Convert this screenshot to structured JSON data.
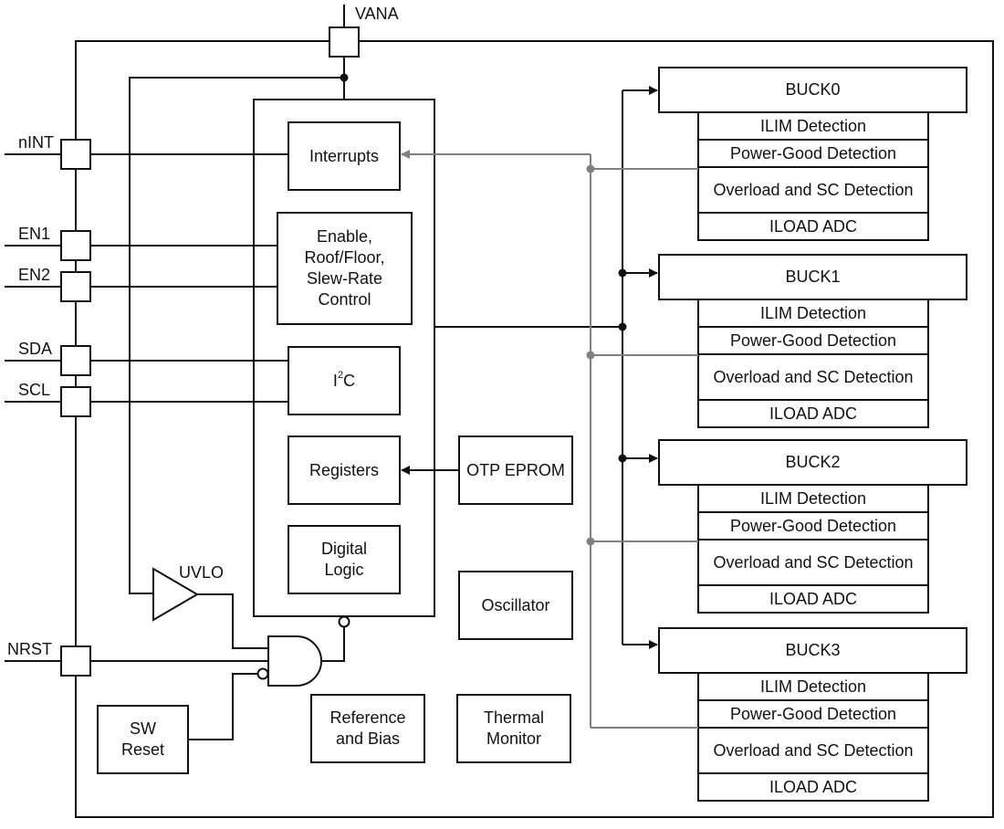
{
  "pins": {
    "vana": "VANA",
    "nint": "nINT",
    "en1": "EN1",
    "en2": "EN2",
    "sda": "SDA",
    "scl": "SCL",
    "nrst": "NRST"
  },
  "blocks": {
    "interrupts": "Interrupts",
    "enable_control": "Enable,\nRoof/Floor,\nSlew-Rate\nControl",
    "i2c_prefix": "I",
    "i2c_sup": "2",
    "i2c_suffix": "C",
    "registers": "Registers",
    "otp_eprom": "OTP EPROM",
    "digital_logic": "Digital\nLogic",
    "oscillator": "Oscillator",
    "uvlo": "UVLO",
    "sw_reset": "SW\nReset",
    "reference_bias": "Reference\nand Bias",
    "thermal_monitor": "Thermal\nMonitor"
  },
  "bucks": [
    {
      "name": "BUCK0",
      "rows": [
        "ILIM Detection",
        "Power-Good Detection",
        "Overload and SC Detection",
        "ILOAD ADC"
      ]
    },
    {
      "name": "BUCK1",
      "rows": [
        "ILIM Detection",
        "Power-Good Detection",
        "Overload and SC Detection",
        "ILOAD ADC"
      ]
    },
    {
      "name": "BUCK2",
      "rows": [
        "ILIM Detection",
        "Power-Good Detection",
        "Overload and SC Detection",
        "ILOAD ADC"
      ]
    },
    {
      "name": "BUCK3",
      "rows": [
        "ILIM Detection",
        "Power-Good Detection",
        "Overload and SC Detection",
        "ILOAD ADC"
      ]
    }
  ],
  "colors": {
    "line": "#111111",
    "feedback": "#808080"
  }
}
